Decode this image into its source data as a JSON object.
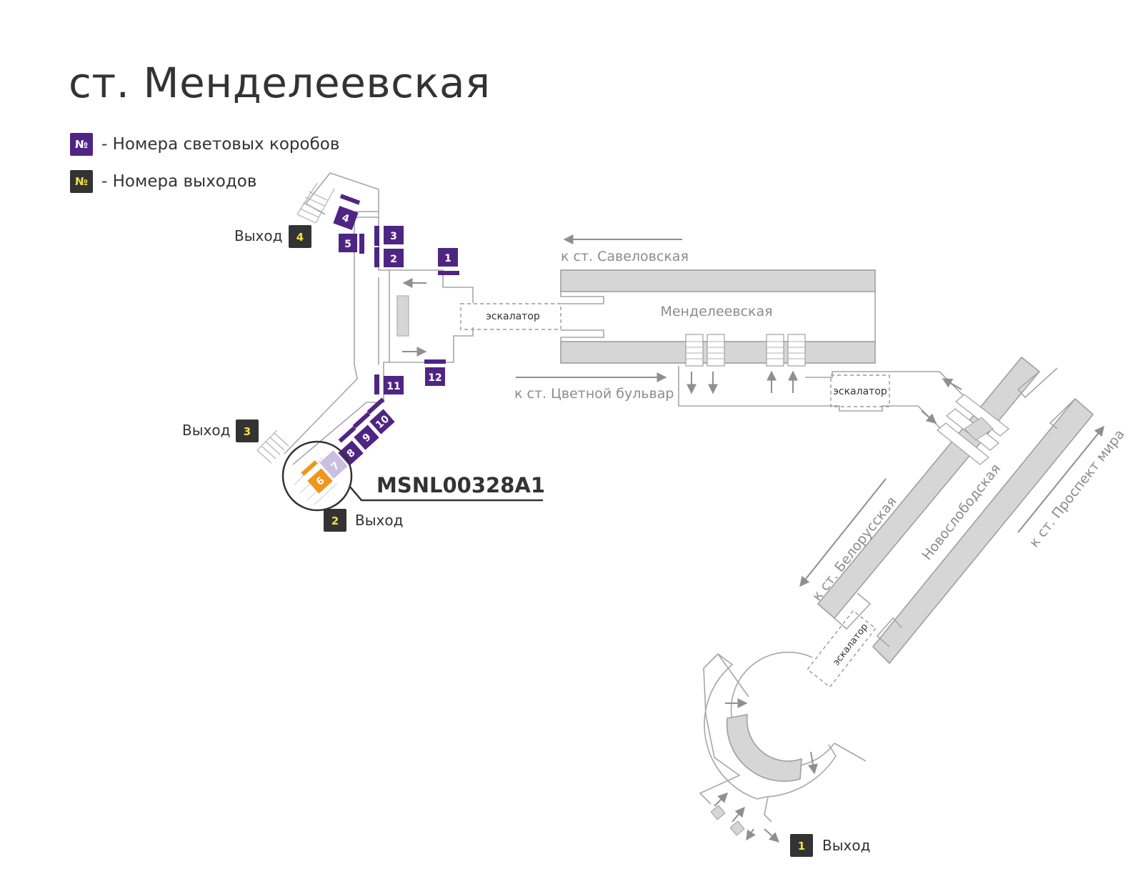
{
  "title": "ст. Менделеевская",
  "colors": {
    "lightbox": "#4f2584",
    "exit_bg": "#333333",
    "exit_text": "#f4e046",
    "highlight": "#f0951d",
    "faded": "#cbbfdf",
    "structure": "#9f9f9f",
    "platform": "#d6d6d6"
  },
  "legend": [
    {
      "symbol": "№",
      "text": "- Номера световых коробов",
      "kind": "lightbox"
    },
    {
      "symbol": "№",
      "text": "- Номера выходов",
      "kind": "exit"
    }
  ],
  "lightboxes": [
    "1",
    "2",
    "3",
    "4",
    "5",
    "6",
    "7",
    "8",
    "9",
    "10",
    "11",
    "12"
  ],
  "highlighted_box": "6",
  "code": "MSNL00328A1",
  "exits": [
    {
      "number": "1",
      "label": "Выход"
    },
    {
      "number": "2",
      "label": "Выход"
    },
    {
      "number": "3",
      "label": "Выход"
    },
    {
      "number": "4",
      "label": "Выход"
    }
  ],
  "station_names": {
    "main": "Менделеевская",
    "novoslobodskaya": "Новослободская"
  },
  "directions": {
    "savelovskaya": "к ст. Савеловская",
    "tsvetnoy": "к ст. Цветной бульвар",
    "belorusskaya": "к ст. Белорусская",
    "prospekt_mira": "к ст. Проспект мира"
  },
  "escalator_label": "эскалатор"
}
